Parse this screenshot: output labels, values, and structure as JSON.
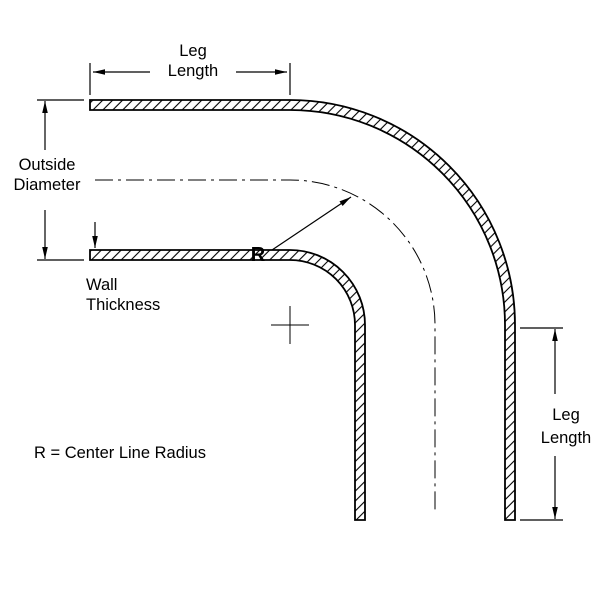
{
  "labels": {
    "top_leg_length_line1": "Leg",
    "top_leg_length_line2": "Length",
    "outside_diameter_line1": "Outside",
    "outside_diameter_line2": "Diameter",
    "wall_thickness_line1": "Wall",
    "wall_thickness_line2": "Thickness",
    "radius_symbol": "R",
    "right_leg_length_line1": "Leg",
    "right_leg_length_line2": "Length",
    "legend": "R = Center Line Radius"
  },
  "colors": {
    "line": "#000000",
    "outside_diameter_text": "#dd0000",
    "background": "#ffffff"
  }
}
